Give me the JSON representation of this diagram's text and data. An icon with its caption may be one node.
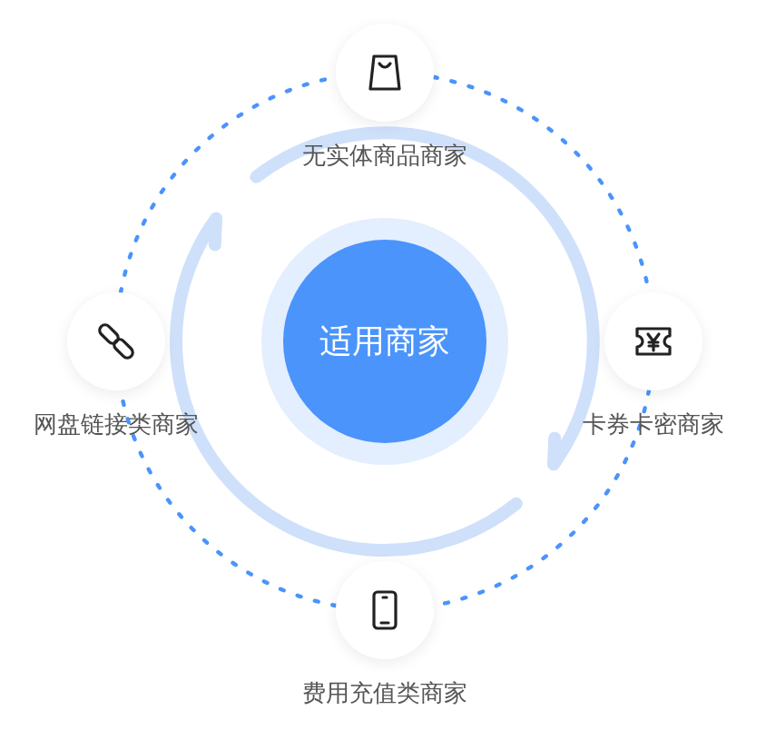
{
  "diagram": {
    "nodes": [
      {
        "text": [
          "无实体商品商家"
        ]
      },
      {
        "text": [
          "网盘链接类商家"
        ]
      },
      {
        "text": [
          "适用商家"
        ]
      },
      {
        "text": [
          "卡券卡密商家"
        ]
      },
      {
        "text": [
          "费用充值类商家"
        ]
      }
    ],
    "edges": [
      {
        "from": 0,
        "to": 3,
        "arrow": "none",
        "style": "dashed"
      },
      {
        "from": 3,
        "to": 4,
        "arrow": "none",
        "style": "dashed"
      },
      {
        "from": 4,
        "to": 1,
        "arrow": "none",
        "style": "dashed"
      },
      {
        "from": 1,
        "to": 0,
        "arrow": "none",
        "style": "dashed"
      }
    ]
  }
}
